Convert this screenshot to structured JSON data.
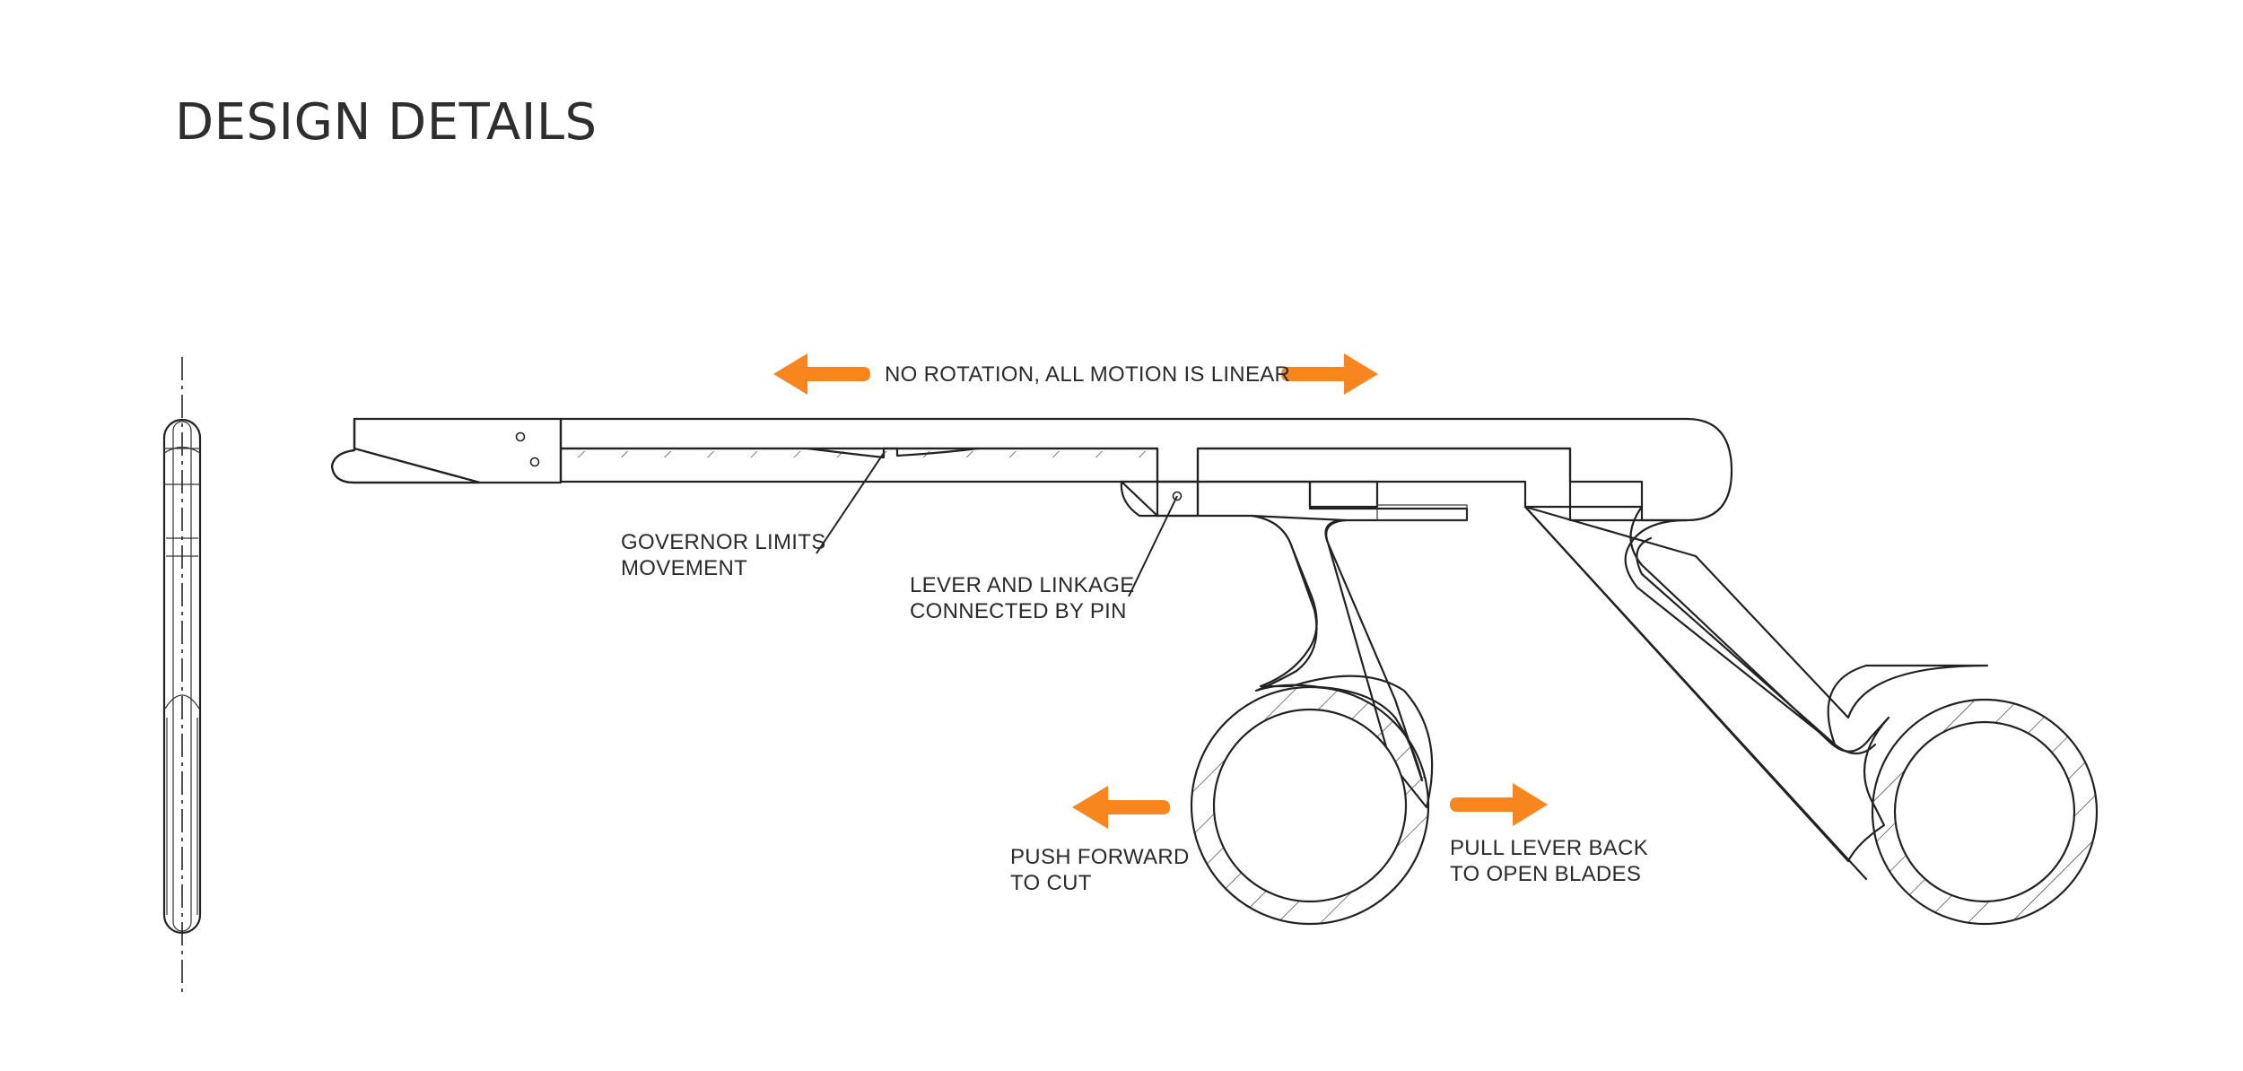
{
  "page": {
    "title": "DESIGN DETAILS"
  },
  "annotations": {
    "motion": "NO ROTATION, ALL MOTION IS LINEAR",
    "governor_line1": "GOVERNOR LIMITS",
    "governor_line2": "MOVEMENT",
    "lever_line1": "LEVER AND LINKAGE",
    "lever_line2": "CONNECTED BY PIN",
    "push_line1": "PUSH FORWARD",
    "push_line2": "TO CUT",
    "pull_line1": "PULL LEVER BACK",
    "pull_line2": "TO OPEN BLADES"
  },
  "colors": {
    "arrow": "#F7861E",
    "line": "#222222",
    "text": "#2B2B2B"
  }
}
